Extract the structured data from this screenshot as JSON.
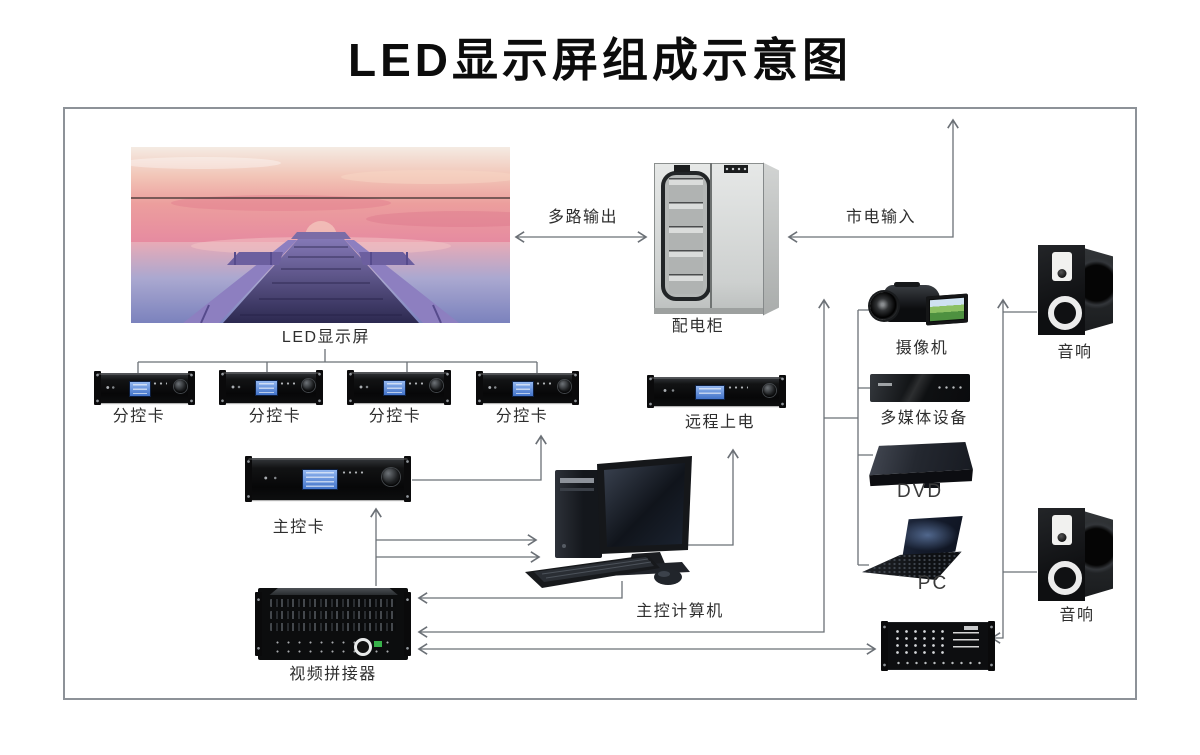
{
  "title": "LED显示屏组成示意图",
  "colors": {
    "line": "#6b7076",
    "lcd_blue": "#5585d6",
    "label_text": "#2e2e2e",
    "border": "#8d9298"
  },
  "nodes": {
    "led_screen": {
      "label": "LED显示屏"
    },
    "power_cabinet": {
      "label": "配电柜"
    },
    "sub_card_1": {
      "label": "分控卡"
    },
    "sub_card_2": {
      "label": "分控卡"
    },
    "sub_card_3": {
      "label": "分控卡"
    },
    "sub_card_4": {
      "label": "分控卡"
    },
    "remote_power": {
      "label": "远程上电"
    },
    "main_card": {
      "label": "主控卡"
    },
    "main_computer": {
      "label": "主控计算机"
    },
    "video_splicer": {
      "label": "视频拼接器"
    },
    "camera": {
      "label": "摄像机"
    },
    "multimedia": {
      "label": "多媒体设备"
    },
    "dvd": {
      "label": "DVD"
    },
    "pc": {
      "label": "PC"
    },
    "speaker_top": {
      "label": "音响"
    },
    "speaker_bottom": {
      "label": "音响"
    },
    "mixer": {
      "label": ""
    }
  },
  "edge_labels": {
    "multi_output": "多路输出",
    "mains_input": "市电输入"
  },
  "connections": [
    {
      "from": "power_cabinet",
      "to": "led_screen",
      "label": "多路输出",
      "arrows": "both"
    },
    {
      "from": "external_mains",
      "to": "power_cabinet",
      "label": "市电输入",
      "arrows": "to"
    },
    {
      "from": "led_screen",
      "to": "sub_card_1,sub_card_2,sub_card_3,sub_card_4",
      "arrows": "none"
    },
    {
      "from": "main_card",
      "to": "sub_card_4",
      "arrows": "to"
    },
    {
      "from": "video_splicer",
      "to": "main_card",
      "arrows": "to"
    },
    {
      "from": "video_splicer",
      "to": "main_computer",
      "arrows": "to"
    },
    {
      "from": "main_computer",
      "to": "video_splicer",
      "arrows": "to"
    },
    {
      "from": "main_computer",
      "to": "remote_power",
      "arrows": "to"
    },
    {
      "from": "camera,multimedia,dvd,pc",
      "to": "video_splicer",
      "arrows": "to"
    },
    {
      "from": "video_splicer",
      "to": "mixer",
      "arrows": "both"
    },
    {
      "from": "mixer",
      "to": "speaker_top,speaker_bottom",
      "arrows": "to"
    }
  ]
}
